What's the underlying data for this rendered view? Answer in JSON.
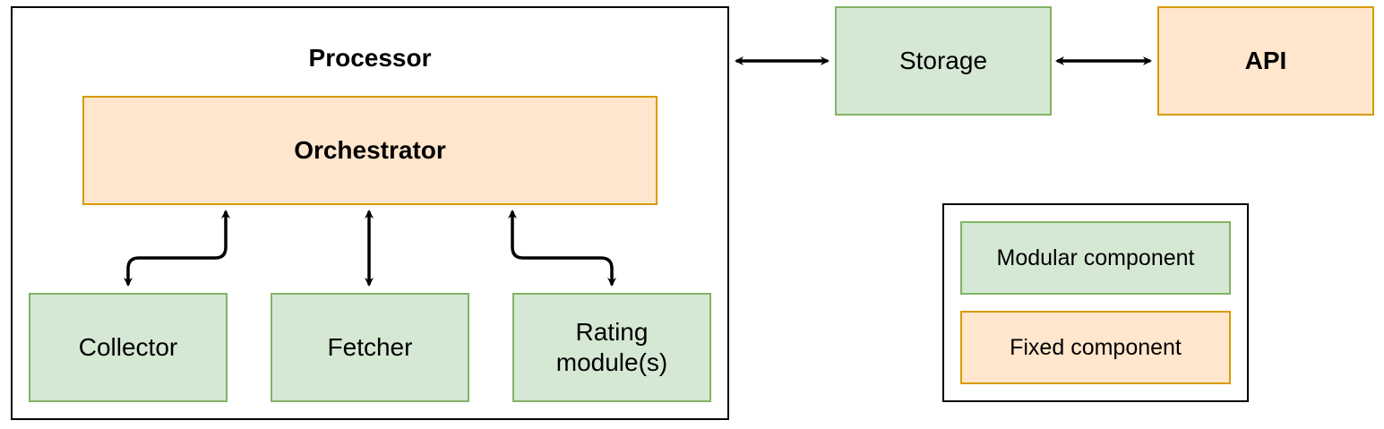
{
  "processor": {
    "title": "Processor"
  },
  "nodes": {
    "orchestrator": "Orchestrator",
    "collector": "Collector",
    "fetcher": "Fetcher",
    "rating_module": "Rating\nmodule(s)",
    "storage": "Storage",
    "api": "API"
  },
  "legend": {
    "modular": "Modular component",
    "fixed": "Fixed component"
  },
  "colors": {
    "modular_fill": "#d5e8d4",
    "modular_stroke": "#82b366",
    "fixed_fill": "#ffe6cc",
    "fixed_stroke": "#d79b00",
    "line": "#000000"
  }
}
